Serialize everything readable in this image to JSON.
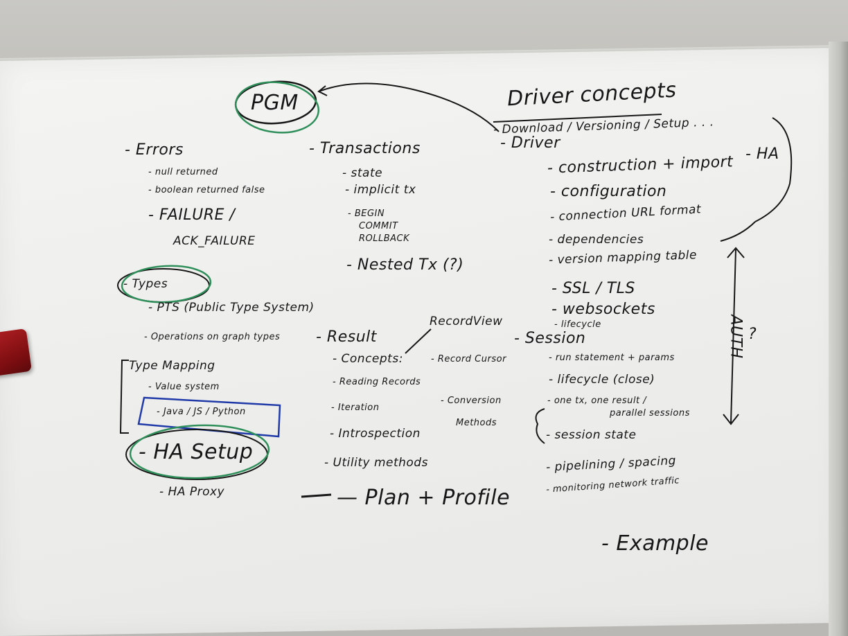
{
  "photo": {
    "subject": "whiteboard",
    "ink_color": "#161616",
    "highlight_green": "#2f8f5a",
    "highlight_blue": "#1f3aa8",
    "eraser_color": "#a31b1e"
  },
  "board_text": {
    "pgm": "PGM",
    "driver_concepts": "Driver concepts",
    "download_line": "- Download / Versioning / Setup . . .",
    "driver": "- Driver",
    "ha_top": "- HA",
    "construction": "- construction + import",
    "configuration": "- configuration",
    "connection_url": "- connection URL format",
    "dependencies": "- dependencies",
    "version_mapping": "- version mapping table",
    "ssl": "- SSL / TLS",
    "websockets": "- websockets",
    "lifecycle_small": "- lifecycle",
    "session": "- Session",
    "run_statement": "- run statement + params",
    "lifecycle_close": "- lifecycle (close)",
    "one_tx": "- one tx, one result /",
    "parallel_sessions": "parallel sessions",
    "session_state": "- session state",
    "pipelining": "- pipelining / spacing",
    "monitoring": "- monitoring network traffic",
    "example": "- Example",
    "auth": "AUTH",
    "question": "?",
    "errors": "- Errors",
    "null_returned": "- null returned",
    "boolean_returned": "- boolean returned false",
    "failure": "- FAILURE /",
    "ack_failure": "ACK_FAILURE",
    "transactions": "- Transactions",
    "state": "- state",
    "implicit_tx": "- implicit tx",
    "begin": "- BEGIN",
    "commit": "COMMIT",
    "rollback": "ROLLBACK",
    "nested_tx": "- Nested Tx (?)",
    "types": "- Types",
    "pts": "- PTS (Public Type System)",
    "operations": "- Operations on graph types",
    "result": "- Result",
    "record_view": "RecordView",
    "concepts": "- Concepts:",
    "record_cursor": "- Record Cursor",
    "reading_records": "- Reading Records",
    "iteration": "- Iteration",
    "introspection": "- Introspection",
    "conversion_methods_1": "- Conversion",
    "conversion_methods_2": "Methods",
    "utility_methods": "- Utility methods",
    "plan_profile": "— Plan + Profile",
    "type_mapping": "Type Mapping",
    "value_system": "- Value system",
    "java_js_python": "- Java / JS / Python",
    "ha_setup": "- HA Setup",
    "ha_proxy": "- HA Proxy"
  }
}
